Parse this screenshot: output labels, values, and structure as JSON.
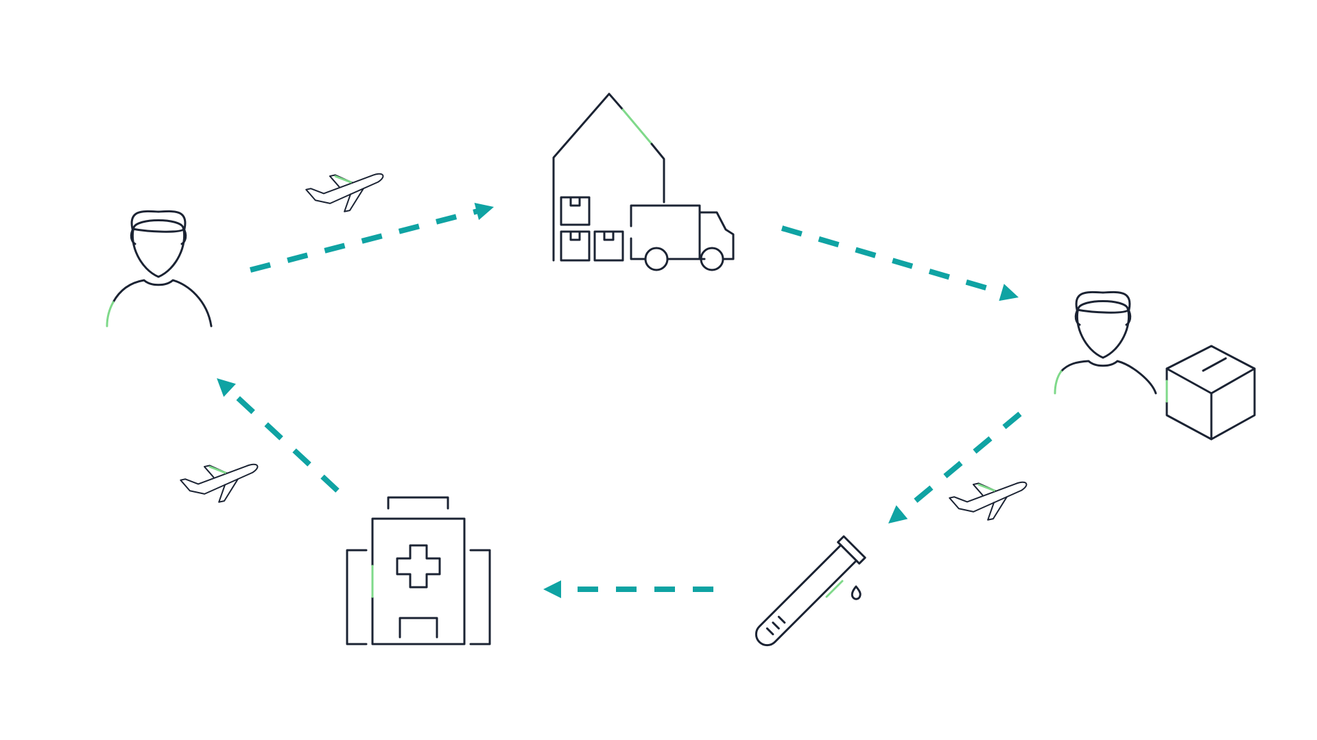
{
  "colors": {
    "line": "#1b2333",
    "arrow": "#0fa3a3",
    "accent": "#7fd98a",
    "background": "#ffffff"
  },
  "nodes": [
    {
      "id": "person-left",
      "icon": "person-icon"
    },
    {
      "id": "warehouse",
      "icon": "warehouse-truck-icon"
    },
    {
      "id": "person-right",
      "icon": "person-with-package-icon"
    },
    {
      "id": "lab",
      "icon": "test-tube-icon"
    },
    {
      "id": "hospital",
      "icon": "hospital-icon"
    }
  ],
  "edges": [
    {
      "from": "person-left",
      "to": "warehouse",
      "transport": "airplane-icon"
    },
    {
      "from": "warehouse",
      "to": "person-right"
    },
    {
      "from": "person-right",
      "to": "lab",
      "transport": "airplane-icon"
    },
    {
      "from": "lab",
      "to": "hospital"
    },
    {
      "from": "hospital",
      "to": "person-left",
      "transport": "airplane-icon"
    }
  ]
}
